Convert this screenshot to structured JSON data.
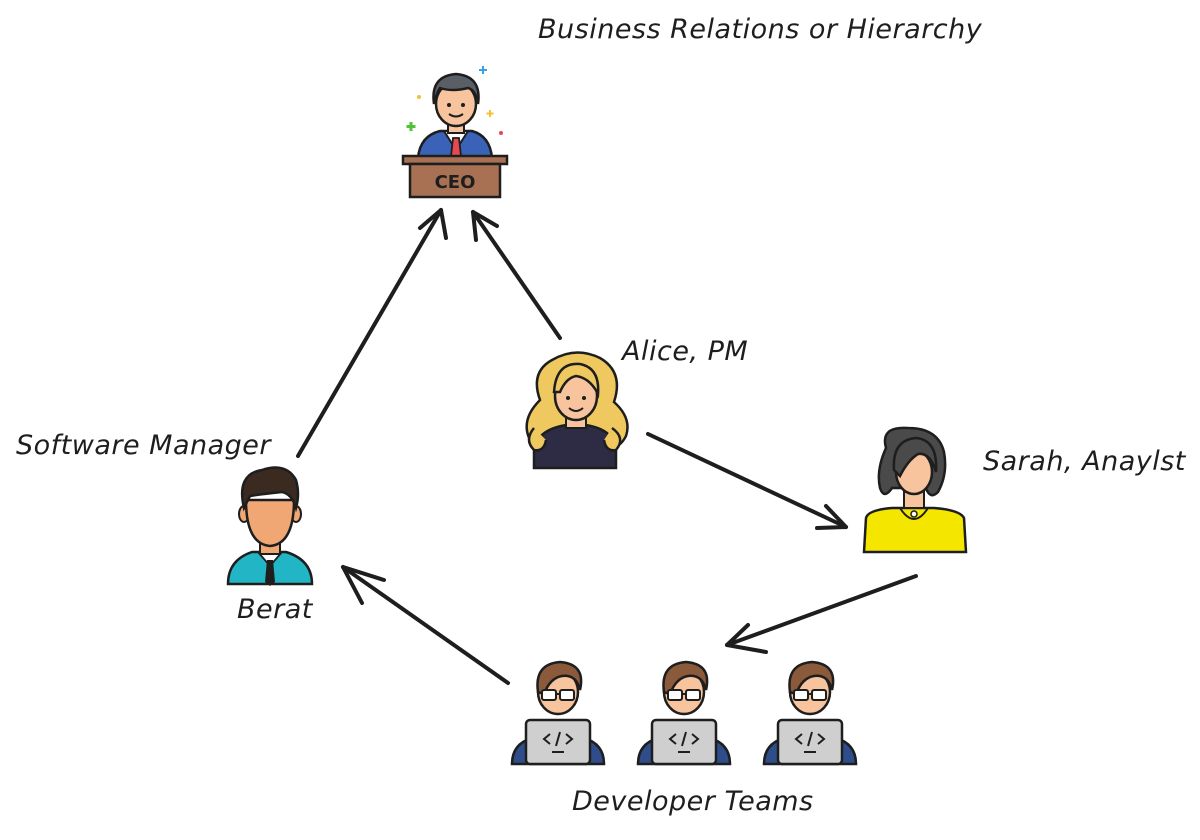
{
  "title": "Business Relations or Hierarchy",
  "ceo": {
    "podium_text": "CEO"
  },
  "alice": {
    "label": "Alice, PM"
  },
  "sarah": {
    "label": "Sarah, Anaylst"
  },
  "berat": {
    "role_label": "Software Manager",
    "name_label": "Berat"
  },
  "developers": {
    "label": "Developer Teams",
    "count": 3
  },
  "colors": {
    "stroke": "#1e1e1e",
    "ceo_suit": "#3a63b8",
    "podium": "#a97153",
    "alice_hair": "#efc95f",
    "sarah_top": "#f5e600",
    "berat_shirt": "#21b5c6",
    "skin": "#f7c49e"
  }
}
